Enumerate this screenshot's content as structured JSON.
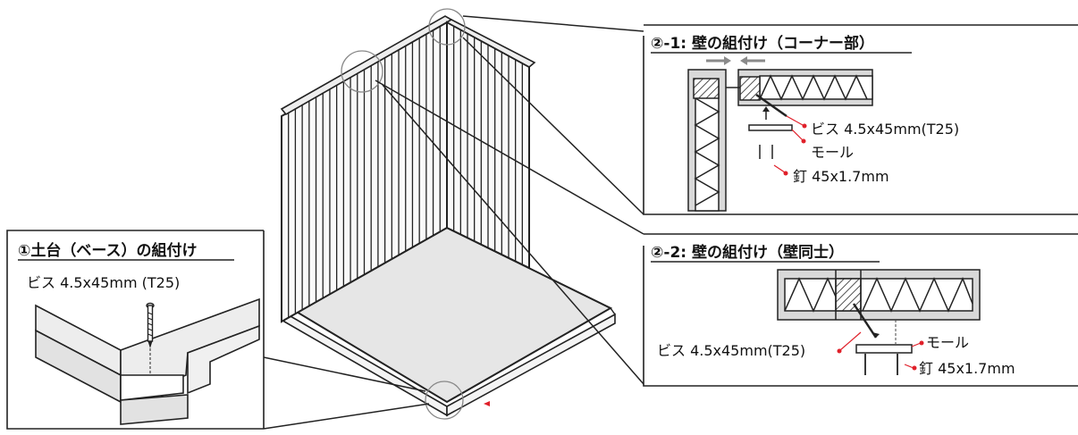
{
  "panel_base": {
    "title": "①土台（ベース）の組付け",
    "screw": "ビス 4.5x45mm (T25)"
  },
  "panel_corner": {
    "title": "②-1: 壁の組付け（コーナー部）",
    "screw": "ビス 4.5x45mm(T25)",
    "molding": "モール",
    "nail": "釘 45x1.7mm"
  },
  "panel_wall": {
    "title": "②-2: 壁の組付け（壁同士）",
    "screw": "ビス 4.5x45mm(T25)",
    "molding": "モール",
    "nail": "釘 45x1.7mm"
  },
  "colors": {
    "accent_red": "#e0202a",
    "arrow_gray": "#8a8a8a",
    "floor_gray": "#e6e6e6",
    "insulation_gray": "#d9d9d9"
  }
}
